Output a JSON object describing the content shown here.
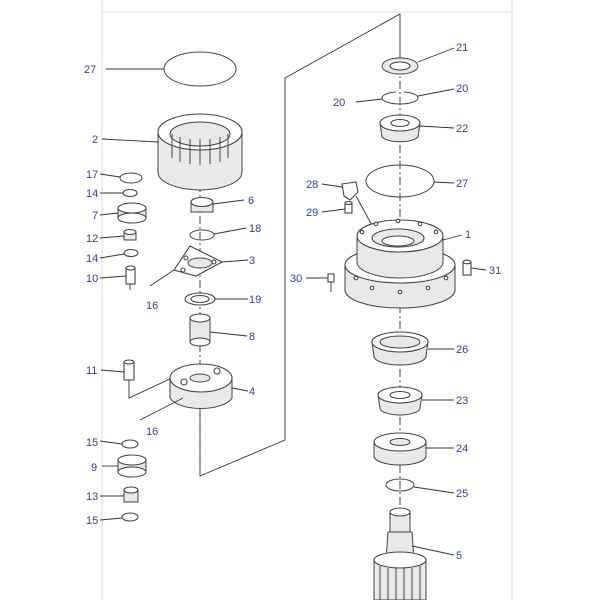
{
  "diagram": {
    "labels": {
      "l27a": "27",
      "l2": "2",
      "l17": "17",
      "l14a": "14",
      "l7": "7",
      "l12": "12",
      "l14b": "14",
      "l10": "10",
      "l6": "6",
      "l18": "18",
      "l3": "3",
      "l16a": "16",
      "l19": "19",
      "l8": "8",
      "l11": "11",
      "l4": "4",
      "l16b": "16",
      "l15a": "15",
      "l9": "9",
      "l13": "13",
      "l15b": "15",
      "l21": "21",
      "l20a": "20",
      "l20b": "20",
      "l22": "22",
      "l28": "28",
      "l27b": "27",
      "l29": "29",
      "l1": "1",
      "l30": "30",
      "l31": "31",
      "l26": "26",
      "l23": "23",
      "l24": "24",
      "l25": "25",
      "l5": "5"
    },
    "colors": {
      "label": "#2a40b8",
      "line": "#444444"
    }
  }
}
